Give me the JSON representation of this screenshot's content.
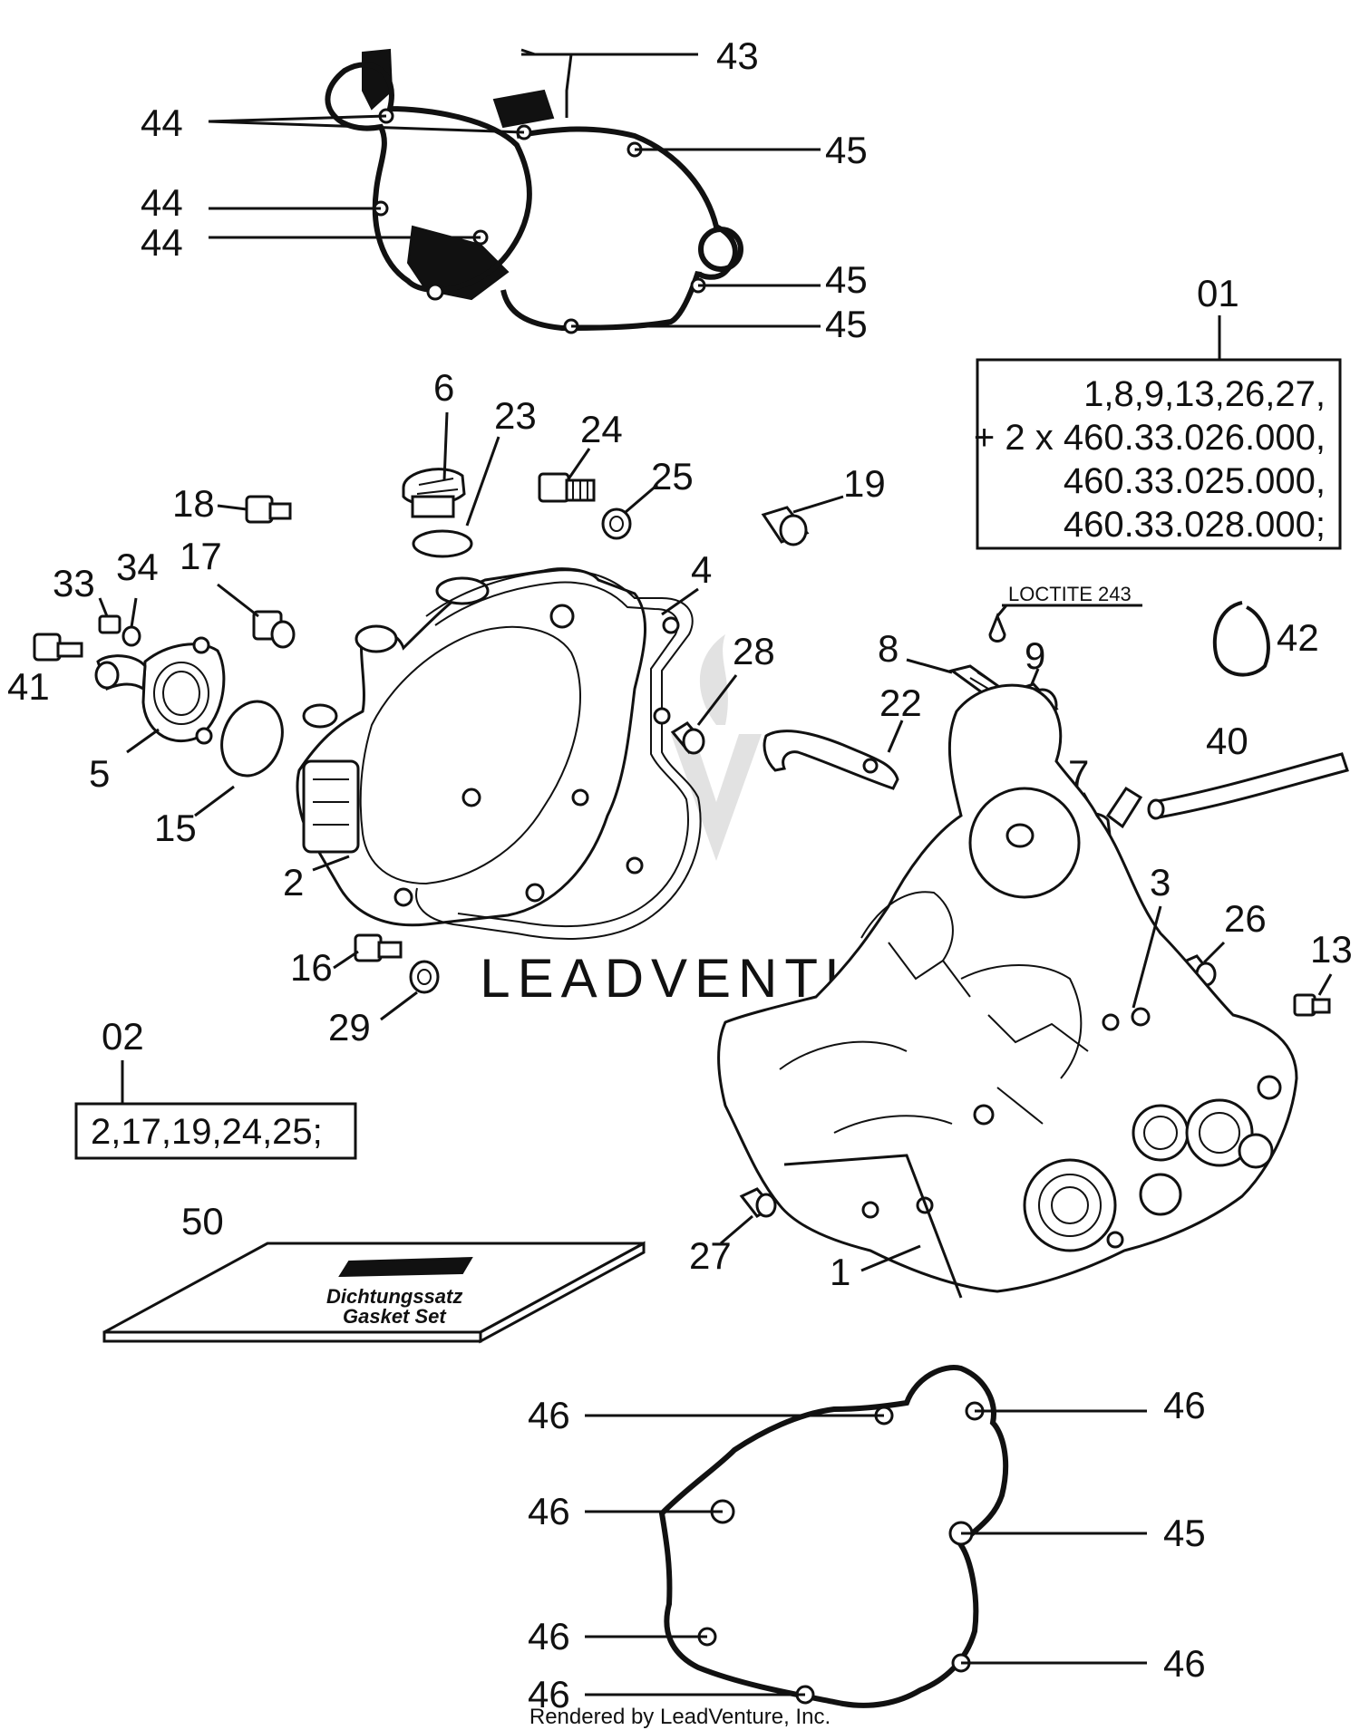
{
  "watermark": {
    "text": "LEADVENTURE"
  },
  "footer": {
    "text": "Rendered by LeadVenture, Inc."
  },
  "callouts": {
    "c43": "43",
    "c44a": "44",
    "c44b": "44",
    "c44c": "44",
    "c45a": "45",
    "c45b": "45",
    "c45c": "45",
    "c6": "6",
    "c23": "23",
    "c24": "24",
    "c25": "25",
    "c19": "19",
    "c18": "18",
    "c17": "17",
    "c33": "33",
    "c34": "34",
    "c41": "41",
    "c5": "5",
    "c15": "15",
    "c2": "2",
    "c4": "4",
    "c28": "28",
    "c16": "16",
    "c29": "29",
    "c22": "22",
    "c8": "8",
    "c9": "9",
    "c42": "42",
    "c40": "40",
    "c7": "7",
    "c3": "3",
    "c26": "26",
    "c13": "13",
    "c27": "27",
    "c1": "1",
    "c50": "50",
    "c46a": "46",
    "c46b": "46",
    "c46c": "46",
    "c46d": "46",
    "c46e": "46",
    "c46f": "46",
    "c45d": "45"
  },
  "kit01": {
    "number": "01",
    "lines": [
      "1,8,9,13,26,27,",
      "+ 2 x 460.33.026.000,",
      "460.33.025.000,",
      "460.33.028.000;"
    ]
  },
  "kit02": {
    "number": "02",
    "contents": "2,17,19,24,25;"
  },
  "note": {
    "loctite": "LOCTITE 243"
  },
  "manual": {
    "line1": "Dichtungssatz",
    "line2": "Gasket Set"
  }
}
